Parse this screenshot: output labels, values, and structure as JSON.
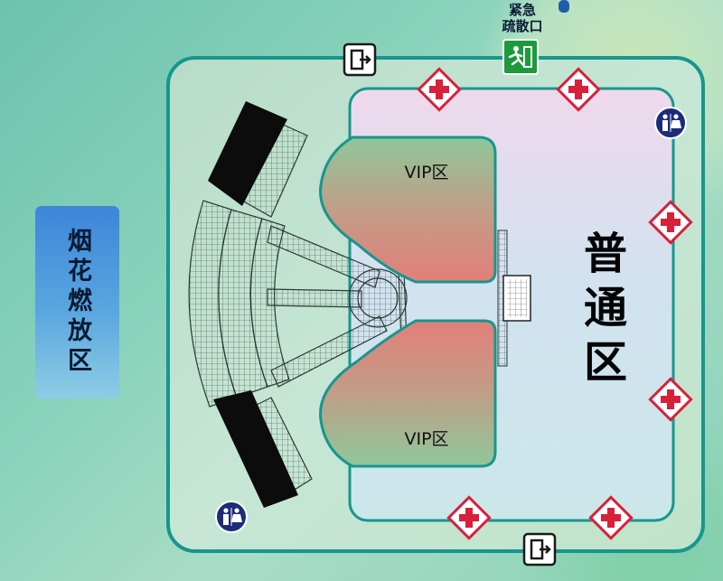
{
  "map": {
    "fireworks_zone_label": "烟花燃放区",
    "vip_zone_top_label": "VIP区",
    "vip_zone_bottom_label": "VIP区",
    "general_zone_label": "普通区",
    "emergency_exit_line1": "紧急",
    "emergency_exit_line2": "疏散口"
  },
  "icons": {
    "exit": "exit-door-icon",
    "emergency_exit": "emergency-exit-icon",
    "first_aid": "first-aid-icon",
    "restroom": "restroom-icon"
  },
  "colors": {
    "boundary_teal": "#17968e",
    "first_aid_red": "#d8203a",
    "restroom_navy": "#1c2c78",
    "emergency_green": "#1c9a3c",
    "general_zone_fill": "#dbe4f2",
    "vip_zone_fill": "#e58f86"
  }
}
